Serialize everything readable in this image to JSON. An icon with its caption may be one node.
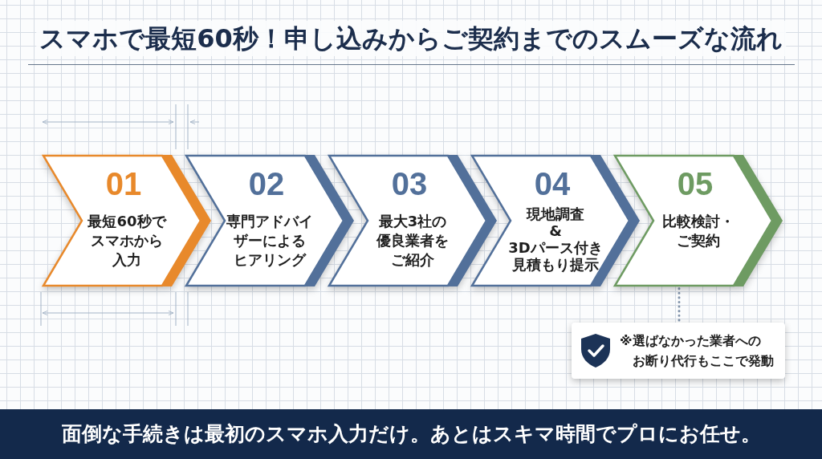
{
  "diagram": {
    "title": "スマホで最短60秒！申し込みからご契約までのスムーズな流れ",
    "caption": "面倒な手続きは最初のスマホ入力だけ。あとはスキマ時間でプロにお任せ。",
    "nodes": [
      {
        "text": [
          "01",
          "最短60秒でスマホから入力"
        ]
      },
      {
        "text": [
          "02",
          "専門アドバイザーによるヒアリング"
        ]
      },
      {
        "text": [
          "03",
          "最大3社の優良業者をご紹介"
        ]
      },
      {
        "text": [
          "04",
          "現地調査&3Dパース付き見積もり提示"
        ]
      },
      {
        "text": [
          "05",
          "比較検討・ご契約"
        ]
      },
      {
        "text": [
          "※選ばなかった業者へのお断り代行もここで発動"
        ]
      }
    ],
    "edges": [
      {
        "from": 4,
        "to": 5,
        "arrow": "none",
        "style": "dashed"
      }
    ]
  }
}
